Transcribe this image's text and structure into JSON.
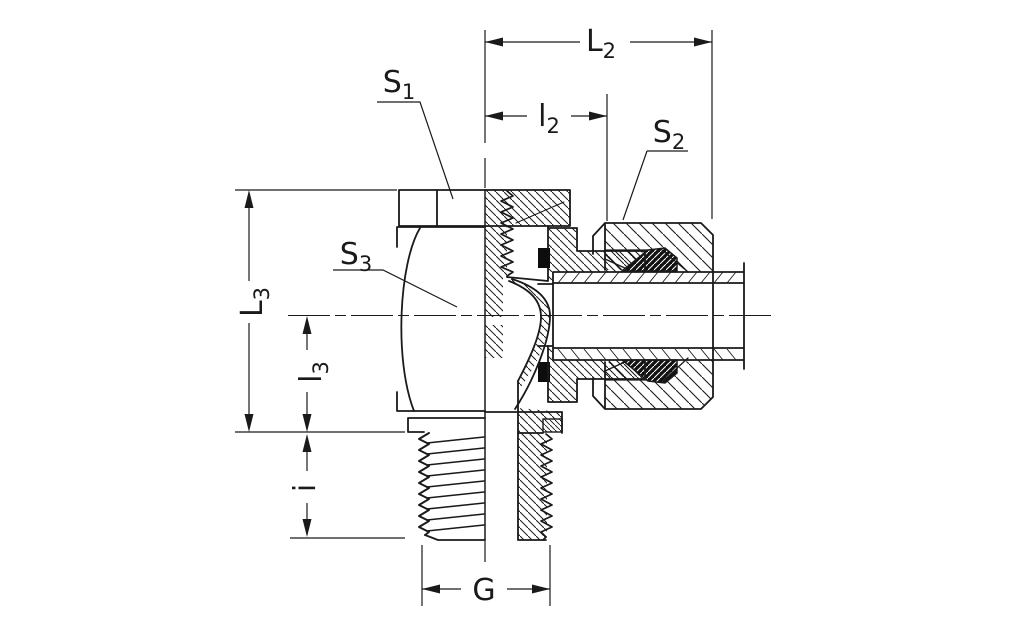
{
  "meta": {
    "type": "technical-drawing",
    "subject": "Adjustable banjo elbow tube fitting, half-section view",
    "background_color": "#ffffff",
    "ink_color": "#1a1a1a"
  },
  "labels": {
    "L2": {
      "main": "L",
      "sub": "2"
    },
    "l2": {
      "main": "l",
      "sub": "2"
    },
    "L3": {
      "main": "L",
      "sub": "3"
    },
    "l3": {
      "main": "l",
      "sub": "3"
    },
    "i": {
      "main": "i",
      "sub": ""
    },
    "G": {
      "main": "G",
      "sub": ""
    },
    "S1": {
      "main": "S",
      "sub": "1"
    },
    "S2": {
      "main": "S",
      "sub": "2"
    },
    "S3": {
      "main": "S",
      "sub": "3"
    }
  }
}
